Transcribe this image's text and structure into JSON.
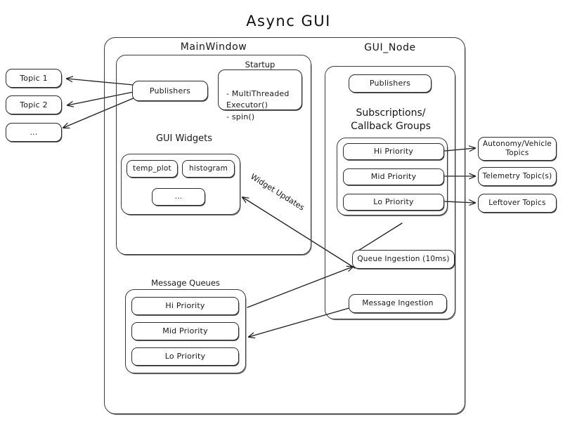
{
  "title": "Async GUI",
  "outer_container": {
    "name": "async-gui-container"
  },
  "left_topics": [
    {
      "label": "Topic 1"
    },
    {
      "label": "Topic 2"
    },
    {
      "label": "..."
    }
  ],
  "main_window": {
    "title": "MainWindow",
    "publishers": {
      "label": "Publishers"
    },
    "startup": {
      "title": "Startup",
      "body": "- MultiThreaded\n   Executor()\n- spin()"
    },
    "gui_widgets": {
      "title": "GUI Widgets",
      "widgets": [
        {
          "label": "temp_plot"
        },
        {
          "label": "histogram"
        },
        {
          "label": "..."
        }
      ]
    },
    "message_queues": {
      "title": "Message Queues",
      "queues": [
        {
          "label": "Hi Priority"
        },
        {
          "label": "Mid Priority"
        },
        {
          "label": "Lo Priority"
        }
      ]
    }
  },
  "gui_node": {
    "title": "GUI_Node",
    "publishers": {
      "label": "Publishers"
    },
    "subscriptions_heading": "Subscriptions/\nCallback Groups",
    "callback_groups": [
      {
        "label": "Hi Priority"
      },
      {
        "label": "Mid Priority"
      },
      {
        "label": "Lo Priority"
      }
    ],
    "queue_ingestion": {
      "label": "Queue Ingestion (10ms)"
    },
    "message_ingestion": {
      "label": "Message Ingestion"
    }
  },
  "right_topics": [
    {
      "label": "Autonomy/Vehicle\nTopics"
    },
    {
      "label": "Telemetry Topic(s)"
    },
    {
      "label": "Leftover Topics"
    }
  ],
  "edge_labels": {
    "widget_updates": "Widget Updates"
  },
  "colors": {
    "stroke": "#2b2b2b",
    "text": "#161616",
    "background": "#ffffff"
  }
}
